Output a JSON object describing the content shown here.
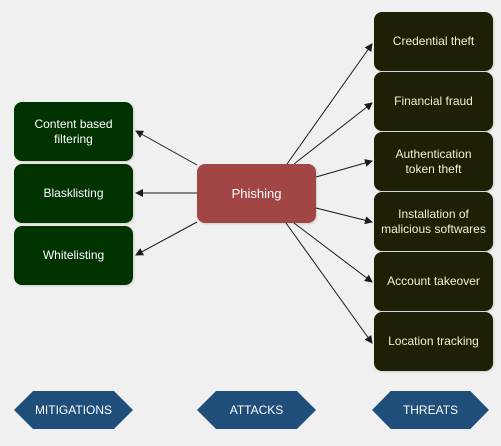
{
  "attack": {
    "label": "Phishing"
  },
  "mitigations": [
    {
      "label": "Content based\nfiltering"
    },
    {
      "label": "Blasklisting"
    },
    {
      "label": "Whitelisting"
    }
  ],
  "threats": [
    {
      "label": "Credential theft"
    },
    {
      "label": "Financial fraud"
    },
    {
      "label": "Authentication\ntoken theft"
    },
    {
      "label": "Installation of\nmalicious softwares"
    },
    {
      "label": "Account takeover"
    },
    {
      "label": "Location tracking"
    }
  ],
  "legend": {
    "mitigations": "MITIGATIONS",
    "attacks": "ATTACKS",
    "threats": "THREATS"
  },
  "colors": {
    "mitigation_fill": "#003300",
    "threat_fill": "#1f1f05",
    "attack_fill": "#a24545",
    "legend_fill": "#1f4e7a",
    "arrow": "#1a1a1a"
  }
}
